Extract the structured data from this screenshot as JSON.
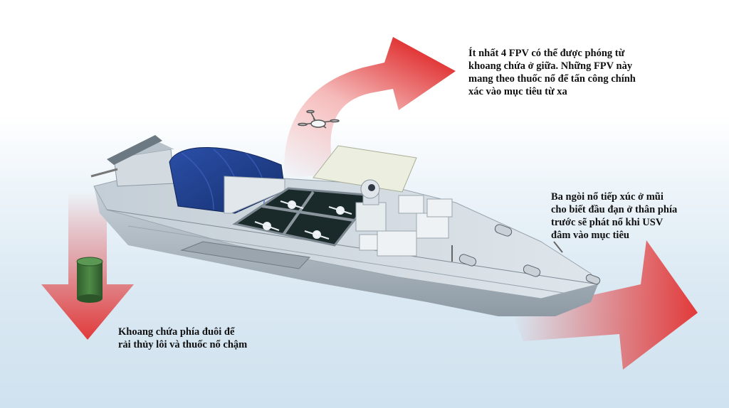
{
  "annotations": {
    "top": {
      "lines": [
        "Ít nhất 4 FPV có thể được phóng từ",
        "khoang chứa ở giữa. Những FPV này",
        "mang theo thuốc nổ để tấn công chính",
        "xác vào mục tiêu từ xa"
      ]
    },
    "right": {
      "lines": [
        "Ba ngòi nổ tiếp xúc ở mũi",
        "cho biết đầu đạn ở thân phía",
        "trước sẽ phát nổ khi USV",
        "đâm vào mục tiêu"
      ]
    },
    "bottom": {
      "lines": [
        "Khoang chứa phía đuôi để",
        "rải thủy lôi và thuốc nổ chậm"
      ]
    }
  },
  "colors": {
    "arrow_red": "#e23a3a",
    "hull_grey": "#b9c4cc",
    "deck_grey": "#cfd8de",
    "tarp_blue": "#1f3f8f",
    "mine_green": "#3f7a3a"
  }
}
